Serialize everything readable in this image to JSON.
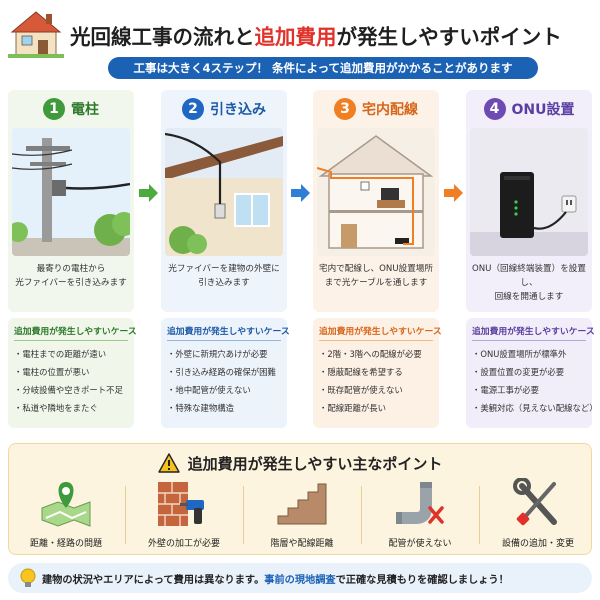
{
  "header": {
    "title_part1": "光回線工事の流れと",
    "title_accent": "追加費用",
    "title_part2": "が発生しやすいポイント",
    "subtitle": "工事は大きく4ステップ！ 条件によって追加費用がかかることがあります"
  },
  "steps": [
    {
      "num": "1",
      "title": "電柱",
      "desc": "最寄りの電柱から\n光ファイバーを引き込みます",
      "color": "#3e9a3a"
    },
    {
      "num": "2",
      "title": "引き込み",
      "desc": "光ファイバーを建物の外壁に\n引き込みます",
      "color": "#1f67c2"
    },
    {
      "num": "3",
      "title": "宅内配線",
      "desc": "宅内で配線し、ONU設置場所\nまで光ケーブルを通します",
      "color": "#f07f24"
    },
    {
      "num": "4",
      "title": "ONU設置",
      "desc": "ONU（回線終端装置）を設置し、\n回線を開通します",
      "color": "#6d4bb3"
    }
  ],
  "cases": [
    {
      "title": "追加費用が発生しやすいケース",
      "items": [
        "・電柱までの距離が遠い",
        "・電柱の位置が悪い",
        "・分岐設備や空きポート不足",
        "・私道や隣地をまたぐ"
      ]
    },
    {
      "title": "追加費用が発生しやすいケース",
      "items": [
        "・外壁に新規穴あけが必要",
        "・引き込み経路の確保が困難",
        "・地中配管が使えない",
        "・特殊な建物構造"
      ]
    },
    {
      "title": "追加費用が発生しやすいケース",
      "items": [
        "・2階・3階への配線が必要",
        "・隠蔽配線を希望する",
        "・既存配管が使えない",
        "・配線距離が長い"
      ]
    },
    {
      "title": "追加費用が発生しやすいケース",
      "items": [
        "・ONU設置場所が標準外",
        "・設置位置の変更が必要",
        "・電源工事が必要",
        "・美観対応（見えない配線など）"
      ]
    }
  ],
  "points": {
    "title": "追加費用が発生しやすい主なポイント",
    "items": [
      {
        "label": "距離・経路の問題",
        "icon": "map-pin-icon"
      },
      {
        "label": "外壁の加工が必要",
        "icon": "brick-drill-icon"
      },
      {
        "label": "階層や配線距離",
        "icon": "stairs-icon"
      },
      {
        "label": "配管が使えない",
        "icon": "pipe-icon"
      },
      {
        "label": "設備の追加・変更",
        "icon": "tools-icon"
      }
    ]
  },
  "footer": {
    "text1": "建物の状況やエリアによって費用は異なります。",
    "highlight": "事前の現地調査",
    "text2": "で正確な見積もりを確認しましょう！"
  }
}
